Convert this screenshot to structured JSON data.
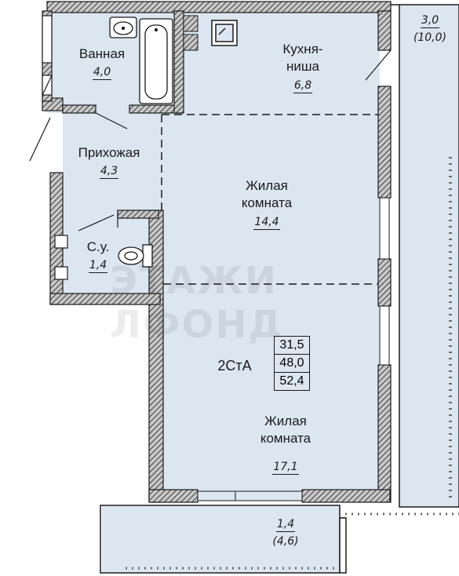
{
  "plan": {
    "colors": {
      "floor": "#dce6f1",
      "wall": "#3a3a3a",
      "line": "#1a1a1a"
    },
    "apartment_type": "2СтА",
    "areas_box": [
      "31,5",
      "48,0",
      "52,4"
    ],
    "watermark": "ЭТАЖИ ЛФОНД",
    "rooms": {
      "bathroom": {
        "name": "Ванная",
        "area": "4,0"
      },
      "kitchen": {
        "name_line1": "Кухня-",
        "name_line2": "ниша",
        "area": "6,8"
      },
      "hallway": {
        "name": "Прихожая",
        "area": "4,3"
      },
      "wc": {
        "name": "С.у.",
        "area": "1,4"
      },
      "living1": {
        "name_line1": "Жилая",
        "name_line2": "комната",
        "area": "14,4"
      },
      "living2": {
        "name_line1": "Жилая",
        "name_line2": "комната",
        "area": "17,1"
      },
      "loggia_right": {
        "area": "3,0",
        "area_full": "(10,0)"
      },
      "balcony": {
        "area": "1,4",
        "area_full": "(4,6)"
      }
    },
    "icons": [
      "sink-icon",
      "bathtub-icon",
      "toilet-icon",
      "stove-icon",
      "door-swing-icon"
    ]
  }
}
